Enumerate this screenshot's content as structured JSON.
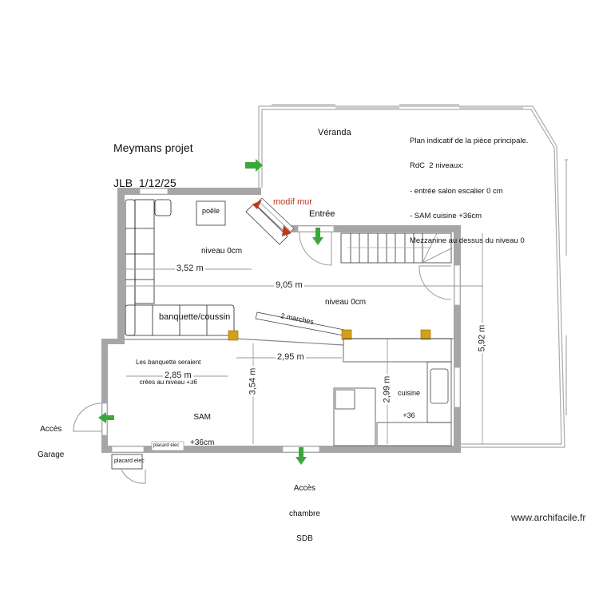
{
  "header": {
    "project_title": "Meymans projet",
    "author_date": "JLB  1/12/25"
  },
  "notes": {
    "line1": "Plan indicatif de la pièce principale.",
    "line2": "RdC  2 niveaux:",
    "line3": "- entrée salon escalier 0 cm",
    "line4": "- SAM cuisine +36cm",
    "line5": "Mezzanine au dessus du niveau 0"
  },
  "rooms": {
    "veranda": "Véranda",
    "entree": "Entrée",
    "salon_level": "niveau 0cm",
    "main_level": "niveau 0cm",
    "sam": "SAM",
    "sam_level": "+36cm",
    "cuisine": "cuisine",
    "cuisine_level": "+36"
  },
  "annotations": {
    "modif_mur": "modif mur",
    "poele": "poêle",
    "banquette": "banquette/coussin",
    "banquette_note_1": "Les banquette seraient",
    "banquette_note_2": "crées au niveau +36",
    "marches": "2 marches",
    "placard_elec_1": "placard elec",
    "placard_elec_2": "placard elec"
  },
  "accesses": {
    "garage_1": "Accès",
    "garage_2": "Garage",
    "chambre_1": "Accès",
    "chambre_2": "chambre",
    "chambre_3": "SDB"
  },
  "dimensions": {
    "salon_width": "3,52 m",
    "total_width": "9,05 m",
    "banquette_width": "2,85 m",
    "step_width": "2,95 m",
    "sam_depth": "3,54 m",
    "cuisine_depth": "2,99 m",
    "total_depth": "5,92 m"
  },
  "colors": {
    "wall": "#a6a6a6",
    "arrow": "#3aa83a",
    "pillar": "#d4a017",
    "modif": "#c0391b",
    "dimension": "#999999"
  },
  "footer": {
    "watermark": "www.archifacile.fr"
  }
}
